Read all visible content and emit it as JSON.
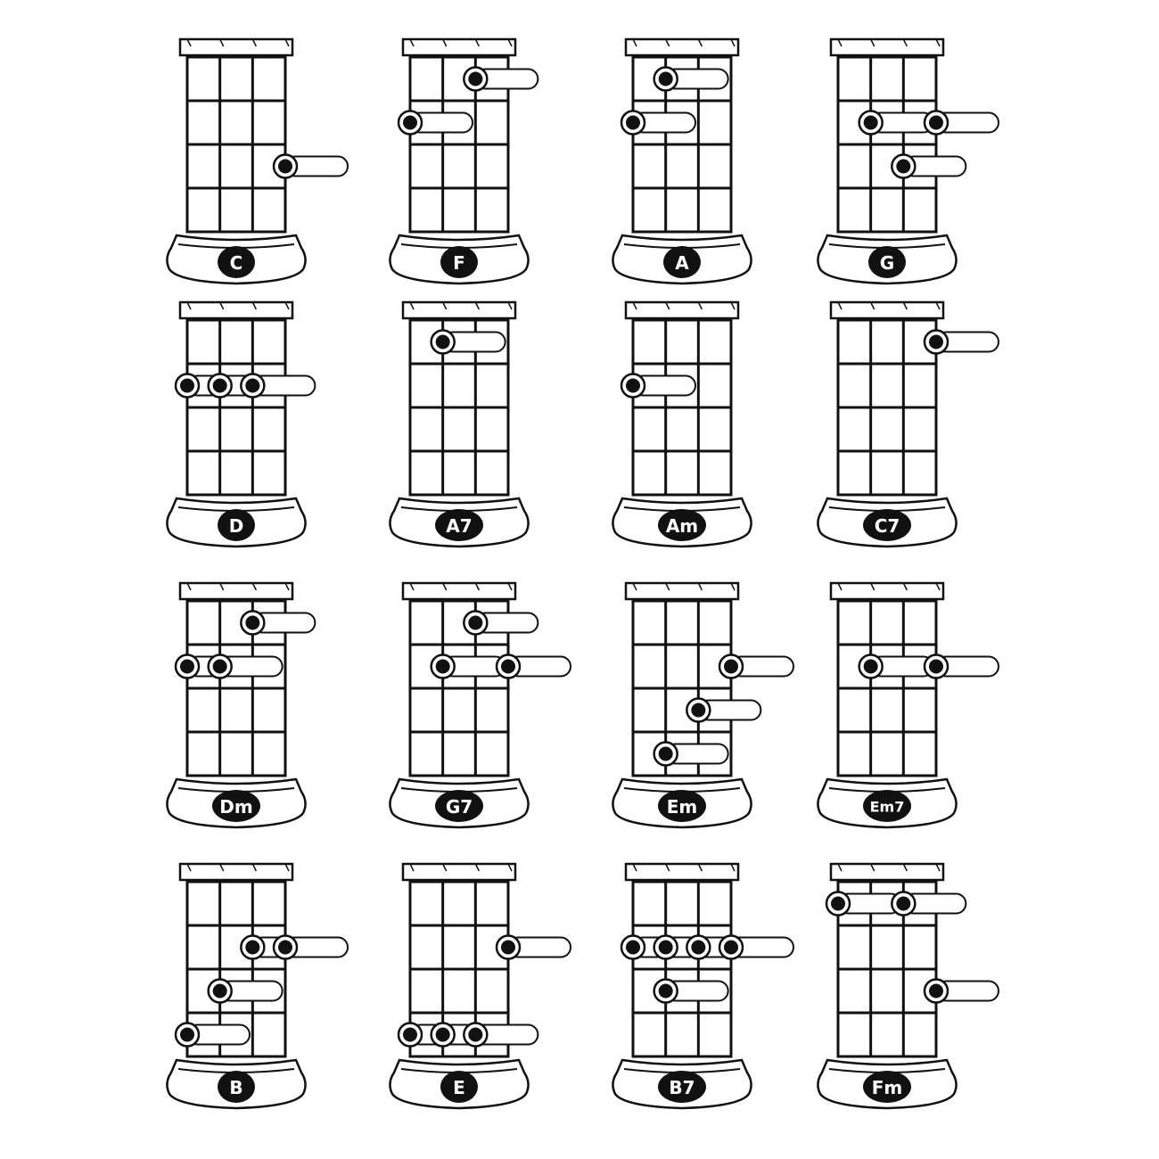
{
  "chart_data": {
    "type": "table",
    "frets_shown": 4,
    "strings": 4,
    "chords": [
      {
        "name": "C",
        "dots": [
          {
            "string": 4,
            "fret": 3
          }
        ]
      },
      {
        "name": "F",
        "dots": [
          {
            "string": 3,
            "fret": 1
          },
          {
            "string": 1,
            "fret": 2
          }
        ]
      },
      {
        "name": "A",
        "dots": [
          {
            "string": 2,
            "fret": 1
          },
          {
            "string": 1,
            "fret": 2
          }
        ]
      },
      {
        "name": "G",
        "dots": [
          {
            "string": 2,
            "fret": 2
          },
          {
            "string": 4,
            "fret": 2
          },
          {
            "string": 3,
            "fret": 3
          }
        ]
      },
      {
        "name": "D",
        "dots": [
          {
            "string": 1,
            "fret": 2
          },
          {
            "string": 2,
            "fret": 2
          },
          {
            "string": 3,
            "fret": 2
          }
        ]
      },
      {
        "name": "A7",
        "dots": [
          {
            "string": 2,
            "fret": 1
          }
        ]
      },
      {
        "name": "Am",
        "dots": [
          {
            "string": 1,
            "fret": 2
          }
        ]
      },
      {
        "name": "C7",
        "dots": [
          {
            "string": 4,
            "fret": 1
          }
        ]
      },
      {
        "name": "Dm",
        "dots": [
          {
            "string": 3,
            "fret": 1
          },
          {
            "string": 1,
            "fret": 2
          },
          {
            "string": 2,
            "fret": 2
          }
        ]
      },
      {
        "name": "G7",
        "dots": [
          {
            "string": 3,
            "fret": 1
          },
          {
            "string": 2,
            "fret": 2
          },
          {
            "string": 4,
            "fret": 2
          }
        ]
      },
      {
        "name": "Em",
        "dots": [
          {
            "string": 4,
            "fret": 2
          },
          {
            "string": 3,
            "fret": 3
          },
          {
            "string": 2,
            "fret": 4
          }
        ]
      },
      {
        "name": "Em7",
        "dots": [
          {
            "string": 2,
            "fret": 2
          },
          {
            "string": 4,
            "fret": 2
          }
        ]
      },
      {
        "name": "B",
        "dots": [
          {
            "string": 3,
            "fret": 2
          },
          {
            "string": 4,
            "fret": 2
          },
          {
            "string": 2,
            "fret": 3
          },
          {
            "string": 1,
            "fret": 4
          }
        ]
      },
      {
        "name": "E",
        "dots": [
          {
            "string": 4,
            "fret": 2
          },
          {
            "string": 1,
            "fret": 4
          },
          {
            "string": 2,
            "fret": 4
          },
          {
            "string": 3,
            "fret": 4
          }
        ]
      },
      {
        "name": "B7",
        "dots": [
          {
            "string": 1,
            "fret": 2
          },
          {
            "string": 2,
            "fret": 2
          },
          {
            "string": 3,
            "fret": 2
          },
          {
            "string": 4,
            "fret": 2
          },
          {
            "string": 2,
            "fret": 3
          }
        ]
      },
      {
        "name": "Fm",
        "dots": [
          {
            "string": 1,
            "fret": 1
          },
          {
            "string": 3,
            "fret": 1
          },
          {
            "string": 4,
            "fret": 3
          }
        ]
      }
    ]
  }
}
